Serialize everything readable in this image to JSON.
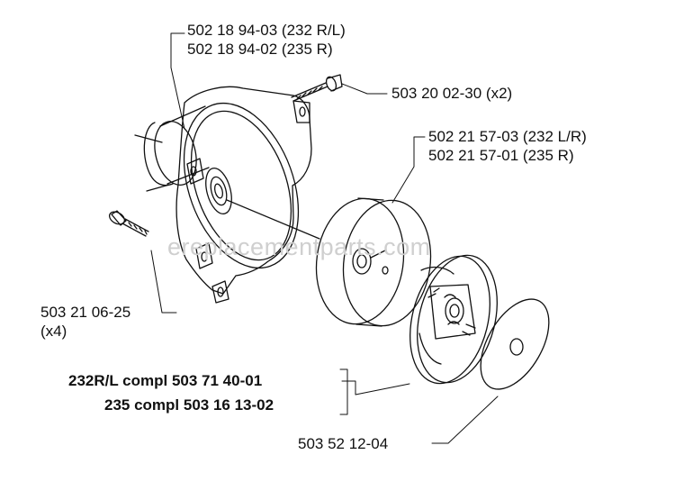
{
  "labels": {
    "housing": [
      "502 18 94-03 (232 R/L)",
      "502 18 94-02 (235 R)"
    ],
    "top_screw": "503 20 02-30 (x2)",
    "drum": [
      "502 21 57-03 (232 L/R)",
      "502 21 57-01 (235 R)"
    ],
    "side_screw": [
      "503 21 06-25",
      "(x4)"
    ],
    "kit": [
      "232R/L compl 503 71 40-01",
      "235 compl 503 16 13-02"
    ],
    "washer": "503 52 12-04"
  },
  "watermark": "ereplacementparts.com"
}
